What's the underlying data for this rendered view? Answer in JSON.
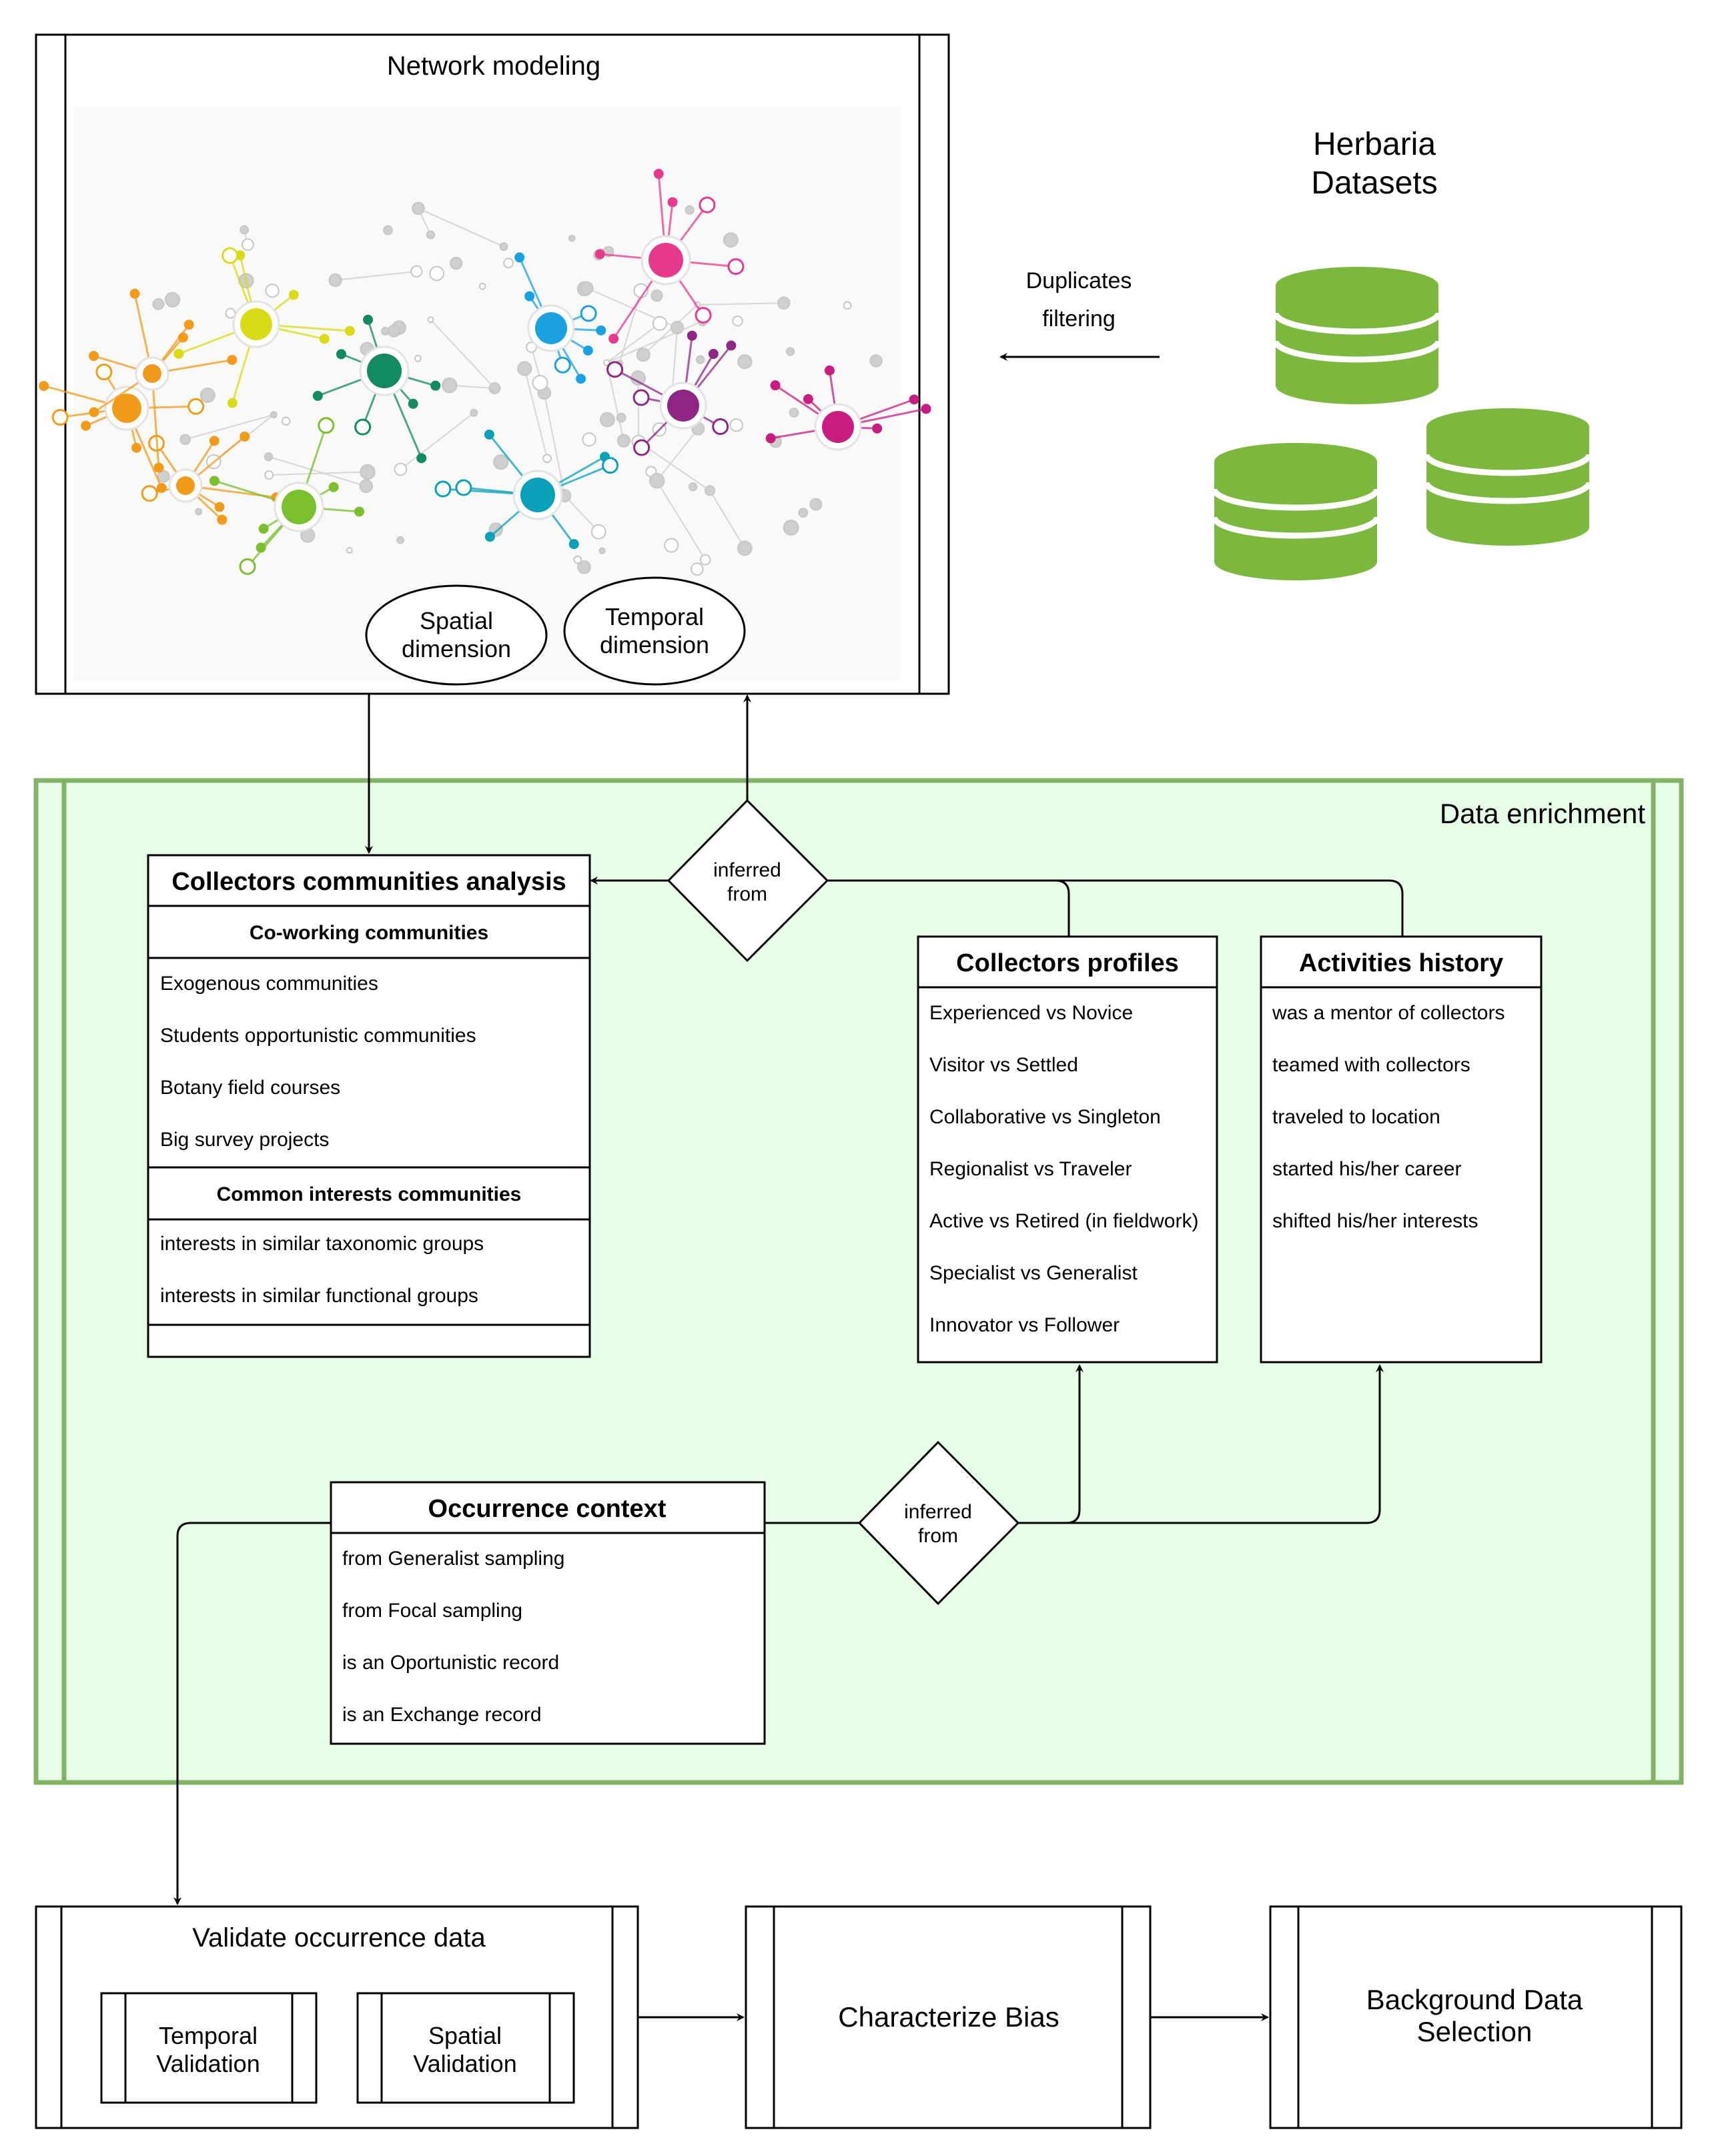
{
  "network": {
    "title": "Network modeling",
    "spatial": [
      "Spatial",
      "dimension"
    ],
    "temporal": [
      "Temporal",
      "dimension"
    ]
  },
  "herbaria": {
    "title": [
      "Herbaria",
      "Datasets"
    ],
    "filter": [
      "Duplicates",
      "filtering"
    ],
    "color": "#7cb83e"
  },
  "enrichment": {
    "title": "Data enrichment",
    "border_color": "#82b366",
    "fill_color": "#e6ffe6"
  },
  "inferred_top": [
    "inferred",
    "from"
  ],
  "inferred_bottom": [
    "inferred",
    "from"
  ],
  "communities": {
    "title": "Collectors communities analysis",
    "section1": "Co-working communities",
    "items1": [
      "Exogenous communities",
      "Students opportunistic communities",
      "Botany field courses",
      "Big survey projects"
    ],
    "section2": "Common interests communities",
    "items2": [
      "interests in similar taxonomic groups",
      "interests in similar functional groups"
    ]
  },
  "profiles": {
    "title": "Collectors profiles",
    "items": [
      "Experienced vs Novice",
      "Visitor vs Settled",
      "Collaborative vs Singleton",
      "Regionalist vs Traveler",
      "Active vs Retired (in fieldwork)",
      "Specialist vs Generalist",
      "Innovator vs Follower"
    ]
  },
  "activities": {
    "title": "Activities history",
    "items": [
      "was a mentor of collectors",
      "teamed with collectors",
      "traveled to location",
      "started his/her career",
      "shifted his/her interests"
    ]
  },
  "occurrence": {
    "title": "Occurrence context",
    "items": [
      "from Generalist sampling",
      "from Focal sampling",
      "is an Oportunistic record",
      "is an Exchange record"
    ]
  },
  "validate": {
    "title": "Validate occurrence data",
    "temporal": [
      "Temporal",
      "Validation"
    ],
    "spatial": [
      "Spatial",
      "Validation"
    ]
  },
  "bias": "Characterize Bias",
  "background": [
    "Background Data",
    "Selection"
  ]
}
